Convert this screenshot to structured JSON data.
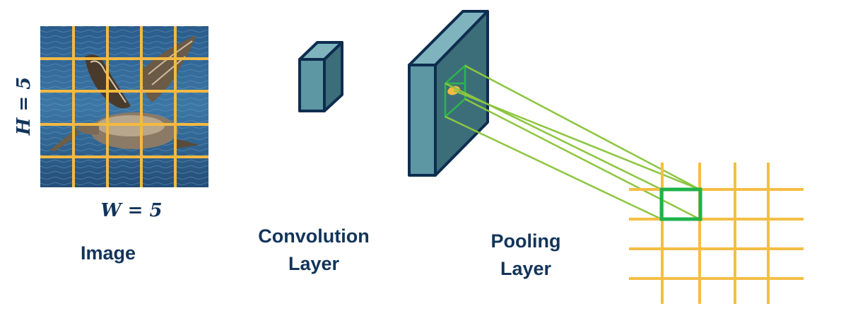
{
  "image_panel": {
    "caption": "Image",
    "height_label": "H = 5",
    "width_label": "W = 5",
    "grid_color": "#F4B942",
    "water_color": "#2F5D8A"
  },
  "conv_layer": {
    "caption_line1": "Convolution",
    "caption_line2": "Layer",
    "block_front": "#5E97A4",
    "block_side": "#3C6E7A",
    "block_top": "#7FB4BF",
    "outline": "#0E2D4F"
  },
  "pool_layer": {
    "caption_line1": "Pooling",
    "caption_line2": "Layer",
    "receptive_field_color": "#2DB54A",
    "dot_color": "#F4B942"
  },
  "output_grid": {
    "grid_color": "#F4BE45",
    "highlight_color": "#1DB34A",
    "projection_color": "#8CC63F"
  },
  "text_color": "#12345A"
}
